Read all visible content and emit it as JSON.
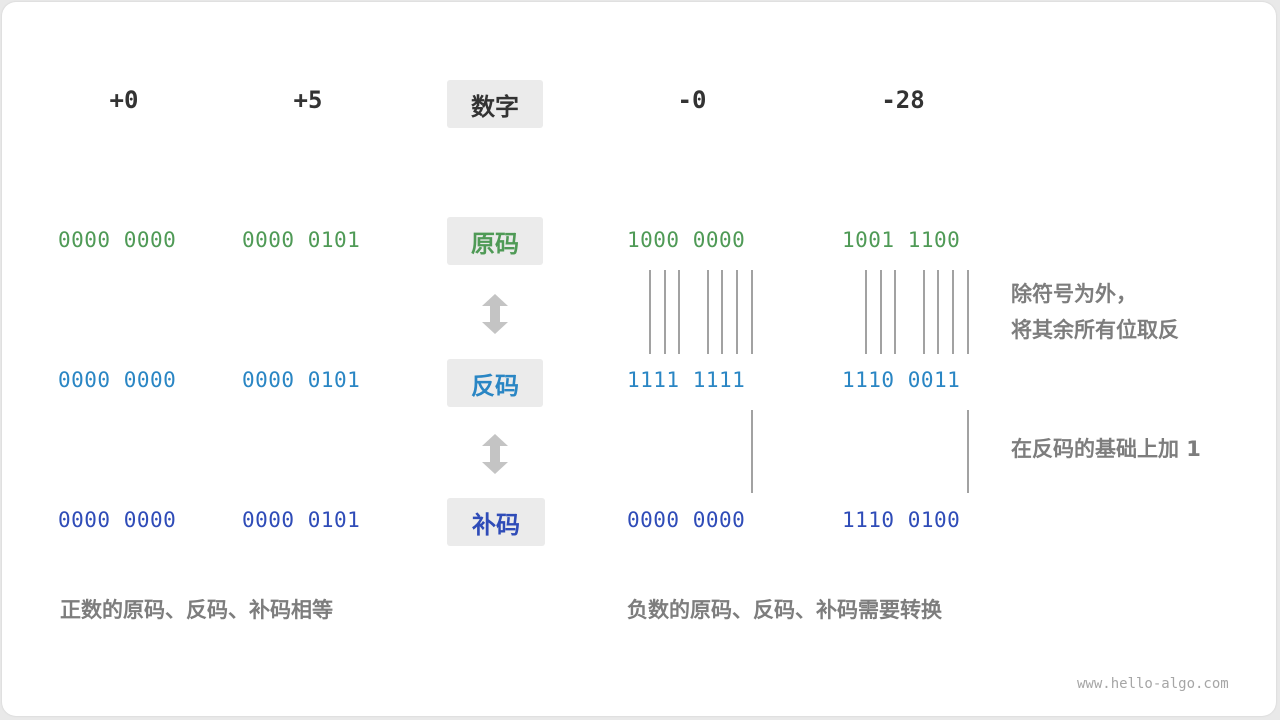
{
  "numbers": {
    "pos0": "+0",
    "pos5": "+5",
    "header": "数字",
    "neg0": "-0",
    "neg28": "-28"
  },
  "labels": {
    "sign_magnitude": "原码",
    "ones_complement": "反码",
    "twos_complement": "补码"
  },
  "sign_magnitude_row": {
    "pos0": "0000 0000",
    "pos5": "0000 0101",
    "neg0": "1000 0000",
    "neg28": "1001 1100"
  },
  "ones_complement_row": {
    "pos0": "0000 0000",
    "pos5": "0000 0101",
    "neg0": "1111 1111",
    "neg28": "1110 0011"
  },
  "twos_complement_row": {
    "pos0": "0000 0000",
    "pos5": "0000 0101",
    "neg0": "0000 0000",
    "neg28": "1110 0100"
  },
  "notes": {
    "invert_line1": "除符号为外，",
    "invert_line2": "将其余所有位取反",
    "add_one": "在反码的基础上加 1"
  },
  "captions": {
    "positive": "正数的原码、反码、补码相等",
    "negative": "负数的原码、反码、补码需要转换"
  },
  "watermark": "www.hello-algo.com",
  "colors": {
    "sign_magnitude": "#4f9a56",
    "ones_complement": "#2a86c4",
    "twos_complement": "#2f4cb8",
    "label_box": "#ebebeb",
    "note_text": "#7d7d7d"
  }
}
